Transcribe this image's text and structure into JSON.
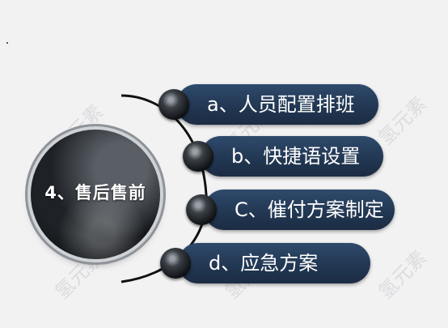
{
  "hub": {
    "title": "4、售后售前"
  },
  "items": [
    {
      "label": "a、人员配置排班"
    },
    {
      "label": "b、快捷语设置"
    },
    {
      "label": "C、催付方案制定"
    },
    {
      "label": "d、应急方案"
    }
  ],
  "watermark": "氢元素",
  "colors": {
    "pill": "#213651",
    "background": "#f2f2f3",
    "text": "#ffffff"
  }
}
